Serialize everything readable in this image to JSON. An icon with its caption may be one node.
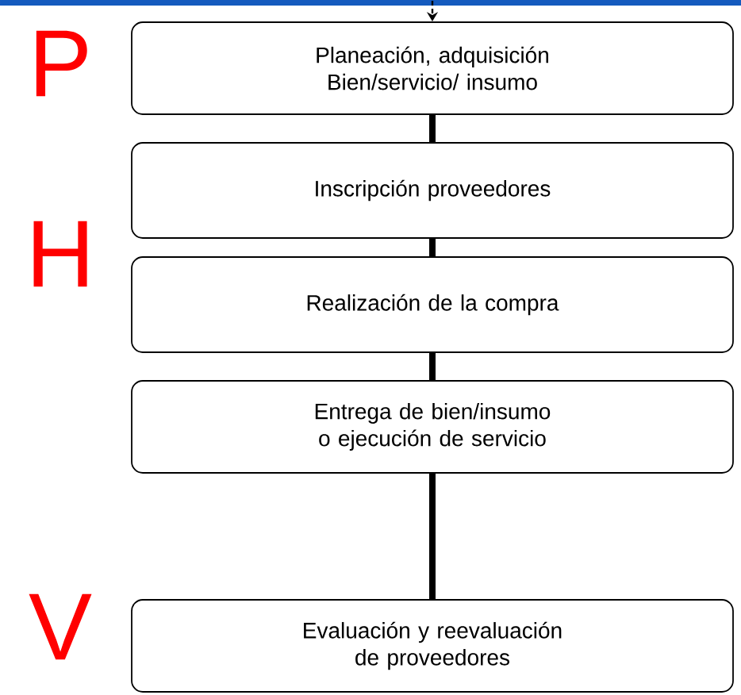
{
  "diagram": {
    "nodes": [
      {
        "text": [
          "Planeación, adquisición Bien/servicio/ insumo"
        ]
      },
      {
        "text": [
          "Inscripción proveedores"
        ]
      },
      {
        "text": [
          "Realización de la compra"
        ]
      },
      {
        "text": [
          "Entrega de bien/insumo o ejecución de servicio"
        ]
      },
      {
        "text": [
          "Evaluación y reevaluación de proveedores"
        ]
      }
    ],
    "edges": [
      {
        "from": null,
        "to": 0,
        "arrow": "to",
        "style": "dashed"
      },
      {
        "from": 0,
        "to": 1,
        "arrow": "none"
      },
      {
        "from": 1,
        "to": 2,
        "arrow": "none"
      },
      {
        "from": 2,
        "to": 3,
        "arrow": "none"
      },
      {
        "from": 3,
        "to": 4,
        "arrow": "none"
      }
    ],
    "labels": [
      "P",
      "H",
      "V"
    ]
  }
}
